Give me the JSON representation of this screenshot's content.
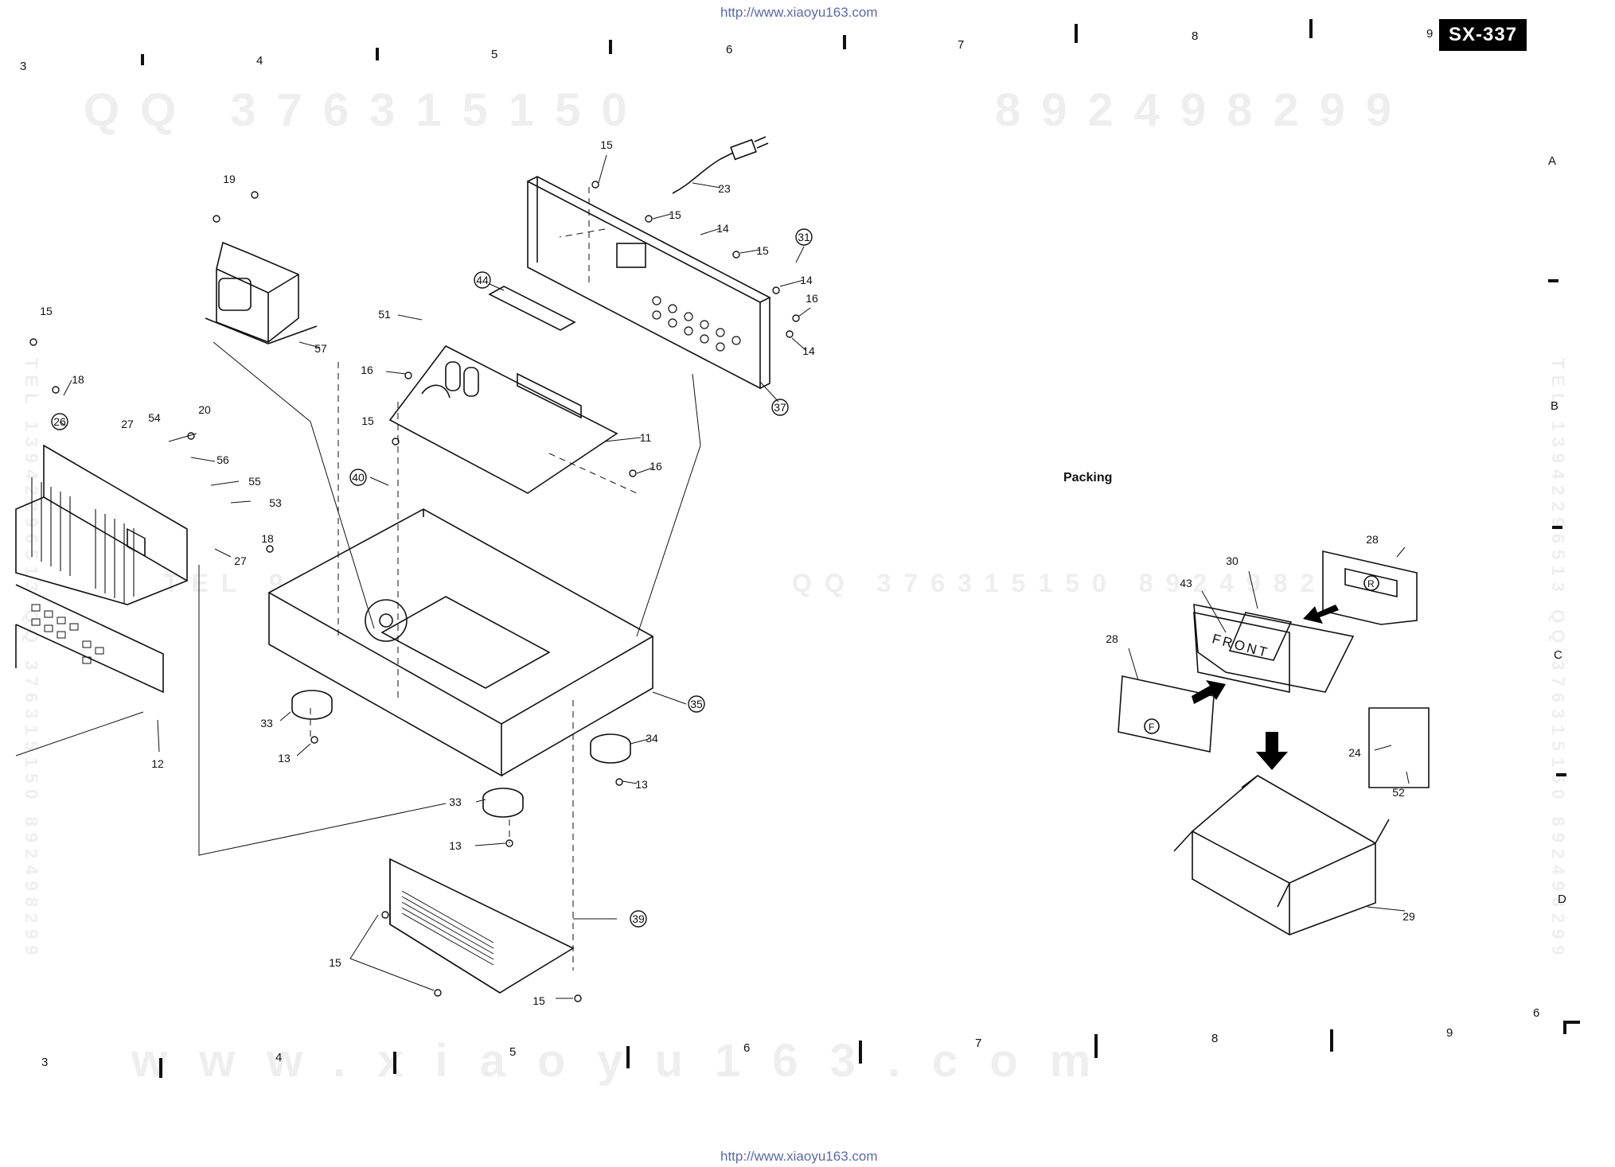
{
  "header": {
    "url_top": "http://www.xiaoyu163.com",
    "model_badge": "SX-337",
    "column_numbers": [
      "3",
      "4",
      "5",
      "6",
      "7",
      "8",
      "9"
    ],
    "row_letters": [
      "A",
      "B",
      "C",
      "D"
    ],
    "page_number": "6"
  },
  "footer": {
    "url_bottom": "http://www.xiaoyu163.com"
  },
  "watermarks": {
    "qq": "QQ 376315150",
    "phone": "892498299",
    "mid_left": "TEL 9 5 5 1 3",
    "mid_right": "QQ 376315150 892498299",
    "side": "TEL 13942296513 QQ 376315150 892498299",
    "site": "www.xiaoyu163.com"
  },
  "packing": {
    "title": "Packing",
    "box_print": "FRONT",
    "pad_left_mark": "F",
    "pad_right_mark": "R"
  },
  "part_labels": [
    {
      "n": "15",
      "circled": false
    },
    {
      "n": "23",
      "circled": false
    },
    {
      "n": "15",
      "circled": false
    },
    {
      "n": "14",
      "circled": false
    },
    {
      "n": "15",
      "circled": false
    },
    {
      "n": "31",
      "circled": true
    },
    {
      "n": "14",
      "circled": false
    },
    {
      "n": "16",
      "circled": false
    },
    {
      "n": "14",
      "circled": false
    },
    {
      "n": "37",
      "circled": true
    },
    {
      "n": "44",
      "circled": true
    },
    {
      "n": "51",
      "circled": false
    },
    {
      "n": "16",
      "circled": false
    },
    {
      "n": "15",
      "circled": false
    },
    {
      "n": "11",
      "circled": false
    },
    {
      "n": "16",
      "circled": false
    },
    {
      "n": "40",
      "circled": true
    },
    {
      "n": "19",
      "circled": false
    },
    {
      "n": "57",
      "circled": false
    },
    {
      "n": "15",
      "circled": false
    },
    {
      "n": "18",
      "circled": false
    },
    {
      "n": "26",
      "circled": true
    },
    {
      "n": "27",
      "circled": false
    },
    {
      "n": "54",
      "circled": false
    },
    {
      "n": "20",
      "circled": false
    },
    {
      "n": "56",
      "circled": false
    },
    {
      "n": "55",
      "circled": false
    },
    {
      "n": "53",
      "circled": false
    },
    {
      "n": "18",
      "circled": false
    },
    {
      "n": "27",
      "circled": false
    },
    {
      "n": "35",
      "circled": true
    },
    {
      "n": "33",
      "circled": false
    },
    {
      "n": "13",
      "circled": false
    },
    {
      "n": "34",
      "circled": false
    },
    {
      "n": "13",
      "circled": false
    },
    {
      "n": "33",
      "circled": false
    },
    {
      "n": "13",
      "circled": false
    },
    {
      "n": "12",
      "circled": false
    },
    {
      "n": "39",
      "circled": true
    },
    {
      "n": "15",
      "circled": false
    },
    {
      "n": "15",
      "circled": false
    },
    {
      "n": "30",
      "circled": false
    },
    {
      "n": "28",
      "circled": false
    },
    {
      "n": "43",
      "circled": false
    },
    {
      "n": "28",
      "circled": false
    },
    {
      "n": "24",
      "circled": false
    },
    {
      "n": "52",
      "circled": false
    },
    {
      "n": "29",
      "circled": false
    }
  ]
}
